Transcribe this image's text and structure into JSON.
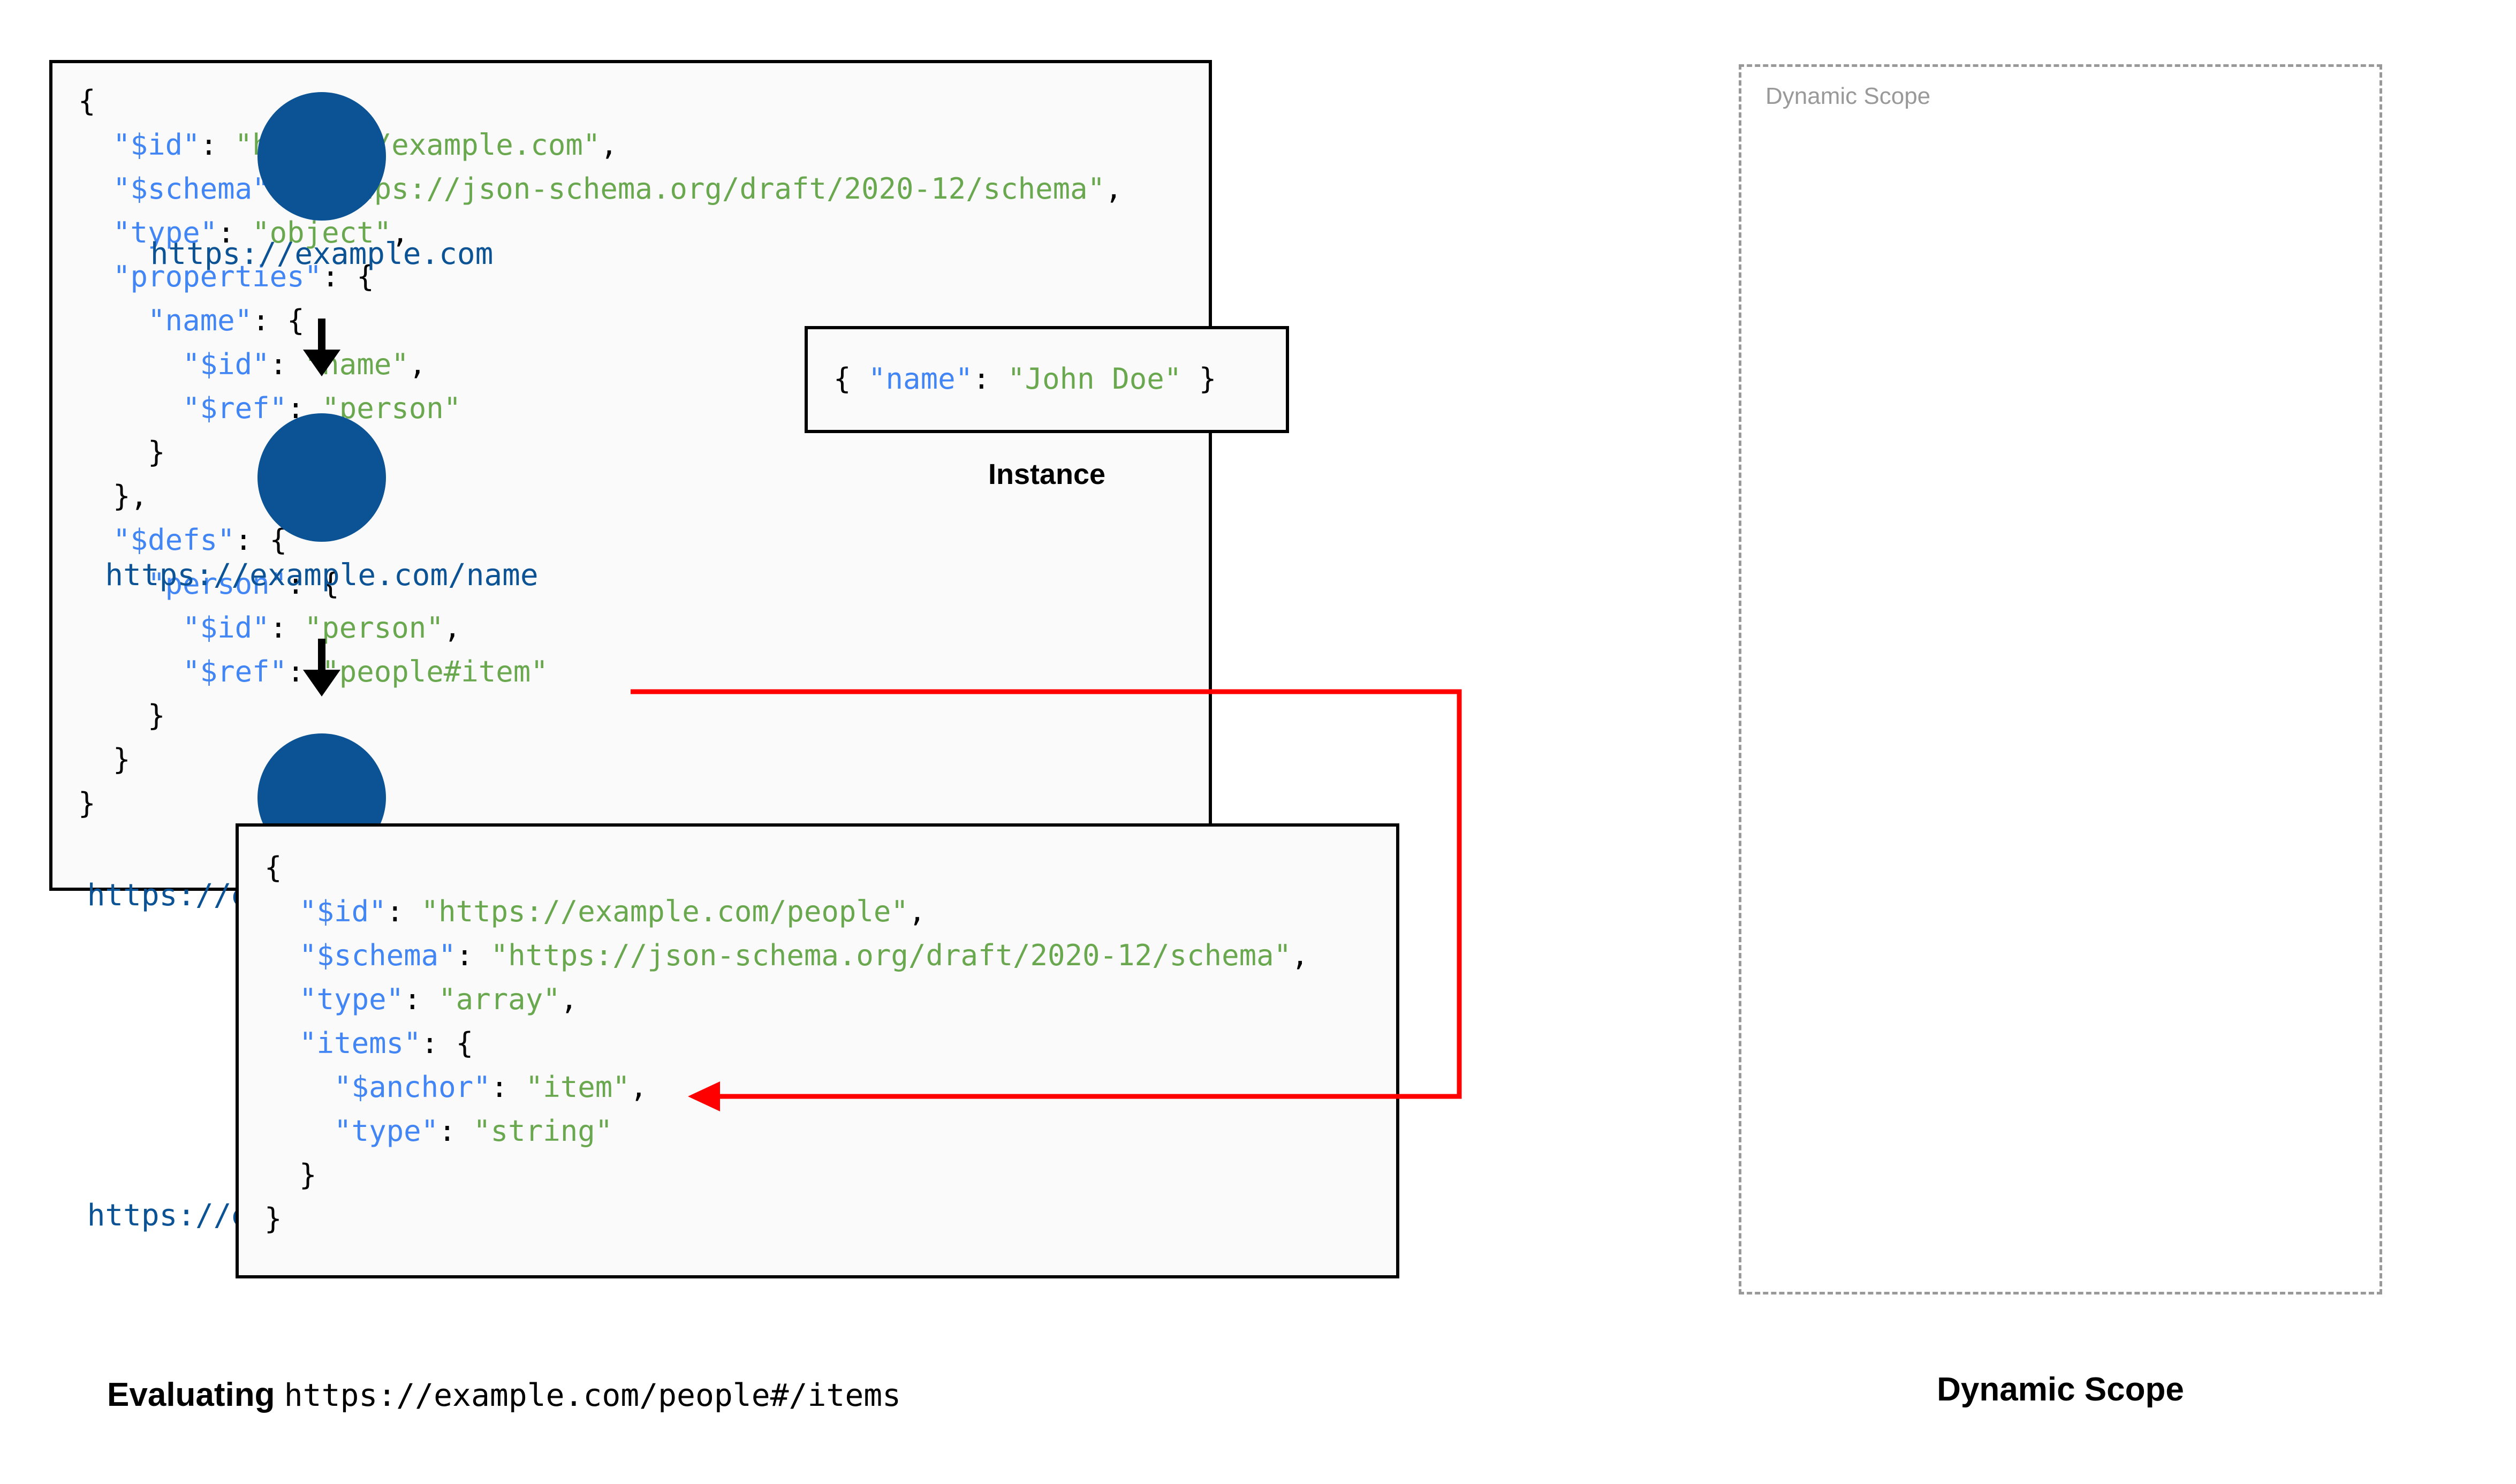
{
  "colors": {
    "json_key": "#4285f4",
    "json_string": "#6aa84f",
    "scope_node": "#0b5394",
    "reference_arrow": "#ff0000",
    "scope_border": "#999999",
    "code_background": "#fafafa"
  },
  "schema_box": {
    "name": "root-schema",
    "lines": [
      {
        "indent": 0,
        "tokens": [
          {
            "t": "{",
            "c": "p"
          }
        ]
      },
      {
        "indent": 1,
        "tokens": [
          {
            "t": "\"$id\"",
            "c": "k"
          },
          {
            "t": ": ",
            "c": "p"
          },
          {
            "t": "\"https://example.com\"",
            "c": "s"
          },
          {
            "t": ",",
            "c": "p"
          }
        ]
      },
      {
        "indent": 1,
        "tokens": [
          {
            "t": "\"$schema\"",
            "c": "k"
          },
          {
            "t": ": ",
            "c": "p"
          },
          {
            "t": "\"https://json-schema.org/draft/2020-12/schema\"",
            "c": "s"
          },
          {
            "t": ",",
            "c": "p"
          }
        ]
      },
      {
        "indent": 1,
        "tokens": [
          {
            "t": "\"type\"",
            "c": "k"
          },
          {
            "t": ": ",
            "c": "p"
          },
          {
            "t": "\"object\"",
            "c": "s"
          },
          {
            "t": ",",
            "c": "p"
          }
        ]
      },
      {
        "indent": 1,
        "tokens": [
          {
            "t": "\"properties\"",
            "c": "k"
          },
          {
            "t": ": {",
            "c": "p"
          }
        ]
      },
      {
        "indent": 2,
        "tokens": [
          {
            "t": "\"name\"",
            "c": "k"
          },
          {
            "t": ": {",
            "c": "p"
          }
        ]
      },
      {
        "indent": 3,
        "tokens": [
          {
            "t": "\"$id\"",
            "c": "k"
          },
          {
            "t": ": ",
            "c": "p"
          },
          {
            "t": "\"name\"",
            "c": "s"
          },
          {
            "t": ",",
            "c": "p"
          }
        ]
      },
      {
        "indent": 3,
        "tokens": [
          {
            "t": "\"$ref\"",
            "c": "k"
          },
          {
            "t": ": ",
            "c": "p"
          },
          {
            "t": "\"person\"",
            "c": "s"
          }
        ]
      },
      {
        "indent": 2,
        "tokens": [
          {
            "t": "}",
            "c": "p"
          }
        ]
      },
      {
        "indent": 1,
        "tokens": [
          {
            "t": "},",
            "c": "p"
          }
        ]
      },
      {
        "indent": 1,
        "tokens": [
          {
            "t": "\"$defs\"",
            "c": "k"
          },
          {
            "t": ": {",
            "c": "p"
          }
        ]
      },
      {
        "indent": 2,
        "tokens": [
          {
            "t": "\"person\"",
            "c": "k"
          },
          {
            "t": ": {",
            "c": "p"
          }
        ]
      },
      {
        "indent": 3,
        "tokens": [
          {
            "t": "\"$id\"",
            "c": "k"
          },
          {
            "t": ": ",
            "c": "p"
          },
          {
            "t": "\"person\"",
            "c": "s"
          },
          {
            "t": ",",
            "c": "p"
          }
        ]
      },
      {
        "indent": 3,
        "tokens": [
          {
            "t": "\"$ref\"",
            "c": "k"
          },
          {
            "t": ": ",
            "c": "p"
          },
          {
            "t": "\"people#item\"",
            "c": "s"
          }
        ]
      },
      {
        "indent": 2,
        "tokens": [
          {
            "t": "}",
            "c": "p"
          }
        ]
      },
      {
        "indent": 1,
        "tokens": [
          {
            "t": "}",
            "c": "p"
          }
        ]
      },
      {
        "indent": 0,
        "tokens": [
          {
            "t": "}",
            "c": "p"
          }
        ]
      }
    ]
  },
  "instance_box": {
    "name": "instance",
    "label": "Instance",
    "lines": [
      {
        "indent": 0,
        "tokens": [
          {
            "t": "{ ",
            "c": "p"
          },
          {
            "t": "\"name\"",
            "c": "k"
          },
          {
            "t": ": ",
            "c": "p"
          },
          {
            "t": "\"John Doe\"",
            "c": "s"
          },
          {
            "t": " }",
            "c": "p"
          }
        ]
      }
    ]
  },
  "people_box": {
    "name": "people-schema",
    "lines": [
      {
        "indent": 0,
        "tokens": [
          {
            "t": "{",
            "c": "p"
          }
        ]
      },
      {
        "indent": 1,
        "tokens": [
          {
            "t": "\"$id\"",
            "c": "k"
          },
          {
            "t": ": ",
            "c": "p"
          },
          {
            "t": "\"https://example.com/people\"",
            "c": "s"
          },
          {
            "t": ",",
            "c": "p"
          }
        ]
      },
      {
        "indent": 1,
        "tokens": [
          {
            "t": "\"$schema\"",
            "c": "k"
          },
          {
            "t": ": ",
            "c": "p"
          },
          {
            "t": "\"https://json-schema.org/draft/2020-12/schema\"",
            "c": "s"
          },
          {
            "t": ",",
            "c": "p"
          }
        ]
      },
      {
        "indent": 1,
        "tokens": [
          {
            "t": "\"type\"",
            "c": "k"
          },
          {
            "t": ": ",
            "c": "p"
          },
          {
            "t": "\"array\"",
            "c": "s"
          },
          {
            "t": ",",
            "c": "p"
          }
        ]
      },
      {
        "indent": 1,
        "tokens": [
          {
            "t": "\"items\"",
            "c": "k"
          },
          {
            "t": ": {",
            "c": "p"
          }
        ]
      },
      {
        "indent": 2,
        "tokens": [
          {
            "t": "\"$anchor\"",
            "c": "k"
          },
          {
            "t": ": ",
            "c": "p"
          },
          {
            "t": "\"item\"",
            "c": "s"
          },
          {
            "t": ",",
            "c": "p"
          }
        ]
      },
      {
        "indent": 2,
        "tokens": [
          {
            "t": "\"type\"",
            "c": "k"
          },
          {
            "t": ": ",
            "c": "p"
          },
          {
            "t": "\"string\"",
            "c": "s"
          }
        ]
      },
      {
        "indent": 1,
        "tokens": [
          {
            "t": "}",
            "c": "p"
          }
        ]
      },
      {
        "indent": 0,
        "tokens": [
          {
            "t": "}",
            "c": "p"
          }
        ]
      }
    ]
  },
  "dynamic_scope": {
    "panel_title": "Dynamic Scope",
    "caption": "Dynamic Scope",
    "nodes": [
      {
        "label": "https://example.com"
      },
      {
        "label": "https://example.com/name"
      },
      {
        "label": "https://example.com/person"
      },
      {
        "label": "https://example.com/people"
      }
    ]
  },
  "evaluating_caption": {
    "bold_text": "Evaluating ",
    "mono_text": "https://example.com/people#/items"
  }
}
